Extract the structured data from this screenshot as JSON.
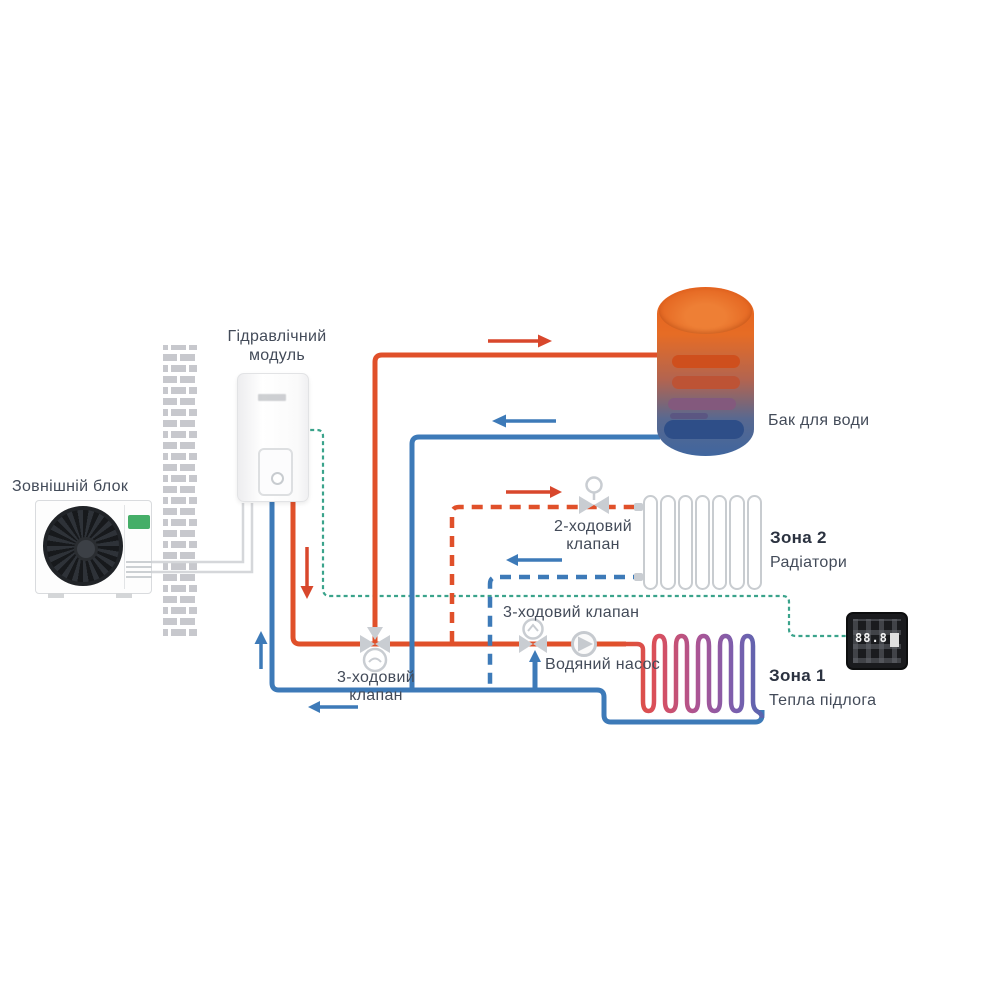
{
  "labels": {
    "outdoor_unit": "Зовнішній блок",
    "hydraulic_module_line1": "Гідравлічний",
    "hydraulic_module_line2": "модуль",
    "tank": "Бак для води",
    "valve_2way_line1": "2-ходовий",
    "valve_2way_line2": "клапан",
    "valve_3way_right": "3-ходовий клапан",
    "valve_3way_left_line1": "3-ходовий",
    "valve_3way_left_line2": "клапан",
    "pump": "Водяний насос",
    "zone2_title": "Зона 2",
    "zone2_subtitle": "Радіатори",
    "zone1_title": "Зона 1",
    "zone1_subtitle": "Тепла підлога"
  },
  "thermostat": {
    "display_value": "88.8"
  },
  "colors": {
    "supply_pipe": "#e0502a",
    "return_pipe": "#3d7ab8",
    "control_wire": "#3aa38b",
    "tank_top": "#e7621d",
    "tank_bottom": "#40669e",
    "text": "#434b59"
  }
}
